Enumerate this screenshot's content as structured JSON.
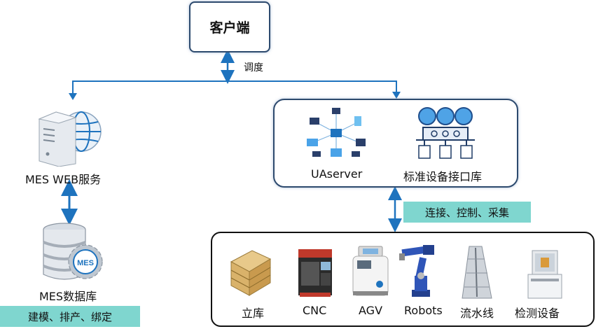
{
  "client": {
    "label": "客户端"
  },
  "dispatch_label": "调度",
  "mes_web": {
    "label": "MES WEB服务"
  },
  "mes_db": {
    "label": "MES数据库",
    "icon_text": "MES"
  },
  "mes_db_tag": "建模、排产、绑定",
  "ua_group": {
    "uaserver_label": "UAserver",
    "lib_label": "标准设备接口库"
  },
  "link_tag": "连接、控制、采集",
  "devices": [
    {
      "label": "立库"
    },
    {
      "label": "CNC"
    },
    {
      "label": "AGV"
    },
    {
      "label": "Robots"
    },
    {
      "label": "流水线"
    },
    {
      "label": "检测设备"
    }
  ],
  "colors": {
    "arrow": "#1e73be",
    "tag_bg": "#7fd6cf",
    "box_border": "#2d4a6e"
  }
}
